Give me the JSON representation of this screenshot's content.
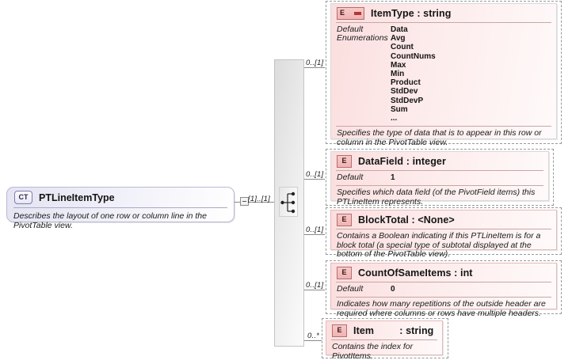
{
  "diagram": {
    "type": "xml-schema-diagram",
    "root": {
      "icon": "CT",
      "icon_name": "complex-type-icon",
      "title": "PTLineItemType",
      "description": "Describes the layout of one row or column line in the PivotTable view.",
      "cardinality": "[1]..[1]"
    },
    "compositor": {
      "kind": "sequence",
      "icon_name": "sequence-compositor-icon"
    },
    "elements": [
      {
        "icon": "E",
        "icon_variant": "with-bar",
        "title": "ItemType : string",
        "cardinality": "0..[1]",
        "facets": [
          {
            "label": "Default",
            "values": [
              "Data"
            ]
          },
          {
            "label": "Enumerations",
            "values": [
              "Avg",
              "Count",
              "CountNums",
              "Max",
              "Min",
              "Product",
              "StdDev",
              "StdDevP",
              "Sum",
              "..."
            ]
          }
        ],
        "description": "Specifies the type of data that is to appear in this row or column in the PivotTable view."
      },
      {
        "icon": "E",
        "icon_variant": "plain",
        "title": "DataField : integer",
        "cardinality": "0..[1]",
        "facets": [
          {
            "label": "Default",
            "values": [
              "1"
            ]
          }
        ],
        "description": "Specifies which data field (of the PivotField items) this PTLineItem represents."
      },
      {
        "icon": "E",
        "icon_variant": "plain",
        "title": "BlockTotal : <None>",
        "cardinality": "0..[1]",
        "facets": [],
        "description": "Contains a Boolean indicating if this PTLineItem is for a block total (a special type of subtotal displayed at the bottom of the PivotTable view)."
      },
      {
        "icon": "E",
        "icon_variant": "plain",
        "title": "CountOfSameItems : int",
        "cardinality": "0..[1]",
        "facets": [
          {
            "label": "Default",
            "values": [
              "0"
            ]
          }
        ],
        "description": "Indicates how many repetitions of the outside header are required where columns or rows have multiple headers."
      },
      {
        "icon": "E",
        "icon_variant": "plain",
        "title": "Item         : string",
        "cardinality": "0..*",
        "facets": [],
        "description": "Contains the index for PivotItems."
      }
    ],
    "colors": {
      "element_border": "#e8b9b9",
      "element_fill": "#fbdede",
      "complex_type_border": "#b9b9d2",
      "complex_type_fill": "#e4e4f3",
      "connector_line": "#8a8a8a",
      "optional_frame": "#9a9a9a"
    }
  }
}
